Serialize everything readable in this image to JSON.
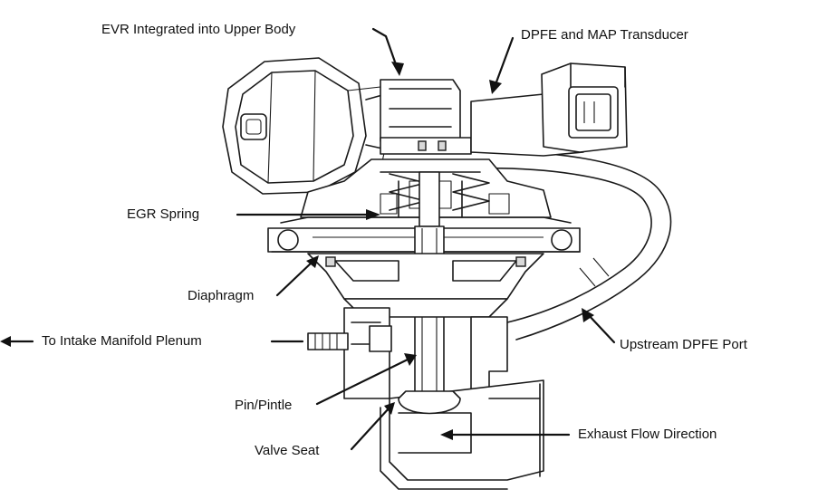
{
  "labels": {
    "evr": "EVR Integrated into Upper Body",
    "dpfe_map": "DPFE and MAP Transducer",
    "egr_spring": "EGR Spring",
    "diaphragm": "Diaphragm",
    "intake": "To Intake Manifold Plenum",
    "upstream_port": "Upstream DPFE Port",
    "pintle": "Pin/Pintle",
    "exhaust_flow": "Exhaust Flow Direction",
    "valve_seat": "Valve Seat"
  }
}
